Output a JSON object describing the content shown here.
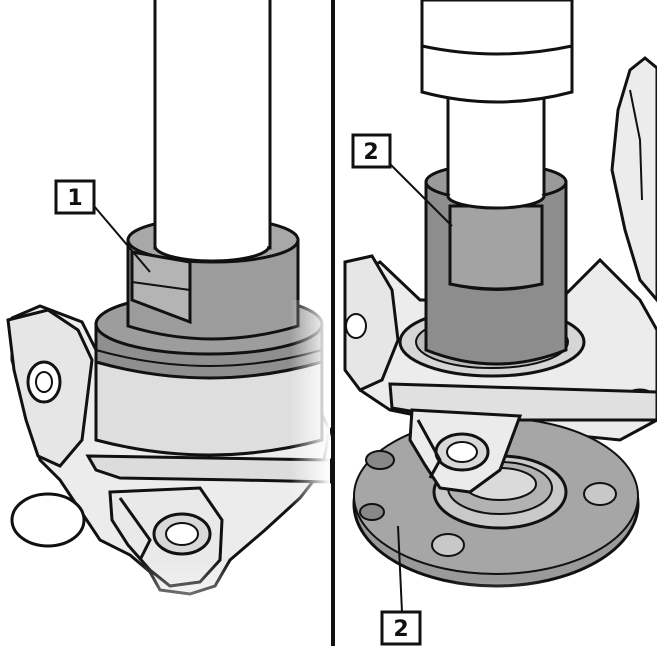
{
  "figure": {
    "panels": [
      {
        "id": "left",
        "callouts": [
          "1"
        ]
      },
      {
        "id": "right",
        "callouts": [
          "2",
          "2"
        ]
      }
    ]
  },
  "colors": {
    "line": "#111111",
    "dark_gray": "#8f8f8f",
    "mid_gray": "#b9b9b9",
    "light_gray": "#e4e4e4",
    "background": "#ffffff"
  }
}
